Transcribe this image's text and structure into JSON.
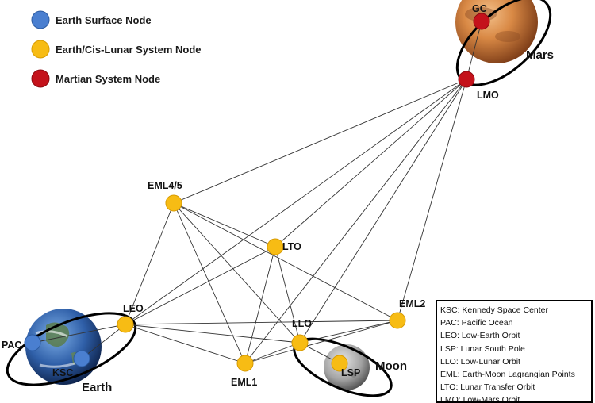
{
  "legend": [
    {
      "label": "Earth Surface Node",
      "color": "#4a7fd0"
    },
    {
      "label": "Earth/Cis-Lunar System Node",
      "color": "#f7bc14"
    },
    {
      "label": "Martian System Node",
      "color": "#c4121b"
    }
  ],
  "bodies": {
    "mars": "Mars",
    "moon": "Moon",
    "earth": "Earth"
  },
  "nodes": [
    {
      "id": "GC",
      "label": "GC",
      "type": "martian"
    },
    {
      "id": "LMO",
      "label": "LMO",
      "type": "martian"
    },
    {
      "id": "EML45",
      "label": "EML4/5",
      "type": "cislunar"
    },
    {
      "id": "LTO",
      "label": "LTO",
      "type": "cislunar"
    },
    {
      "id": "LEO",
      "label": "LEO",
      "type": "cislunar"
    },
    {
      "id": "LLO",
      "label": "LLO",
      "type": "cislunar"
    },
    {
      "id": "EML2",
      "label": "EML2",
      "type": "cislunar"
    },
    {
      "id": "EML1",
      "label": "EML1",
      "type": "cislunar"
    },
    {
      "id": "LSP",
      "label": "LSP",
      "type": "cislunar"
    },
    {
      "id": "PAC",
      "label": "PAC",
      "type": "surface"
    },
    {
      "id": "KSC",
      "label": "KSC",
      "type": "surface"
    }
  ],
  "edges": [
    [
      "LMO",
      "EML45"
    ],
    [
      "LMO",
      "LTO"
    ],
    [
      "LMO",
      "LEO"
    ],
    [
      "LMO",
      "LLO"
    ],
    [
      "LMO",
      "EML2"
    ],
    [
      "LMO",
      "EML1"
    ],
    [
      "EML45",
      "LEO"
    ],
    [
      "EML45",
      "LTO"
    ],
    [
      "EML45",
      "LLO"
    ],
    [
      "EML45",
      "EML1"
    ],
    [
      "EML45",
      "EML2"
    ],
    [
      "LTO",
      "LEO"
    ],
    [
      "LTO",
      "LLO"
    ],
    [
      "LTO",
      "EML1"
    ],
    [
      "LEO",
      "LLO"
    ],
    [
      "LEO",
      "EML1"
    ],
    [
      "LEO",
      "EML2"
    ],
    [
      "LLO",
      "EML1"
    ],
    [
      "LLO",
      "EML2"
    ],
    [
      "EML1",
      "EML2"
    ],
    [
      "LLO",
      "LSP"
    ],
    [
      "LEO",
      "PAC"
    ],
    [
      "LEO",
      "KSC"
    ],
    [
      "GC",
      "LMO"
    ]
  ],
  "abbreviations": [
    "KSC: Kennedy Space Center",
    "PAC: Pacific Ocean",
    "LEO: Low-Earth Orbit",
    "LSP: Lunar South Pole",
    "LLO: Low-Lunar Orbit",
    "EML: Earth-Moon Lagrangian Points",
    "LTO: Lunar Transfer Orbit",
    "LMO: Low-Mars Orbit"
  ]
}
